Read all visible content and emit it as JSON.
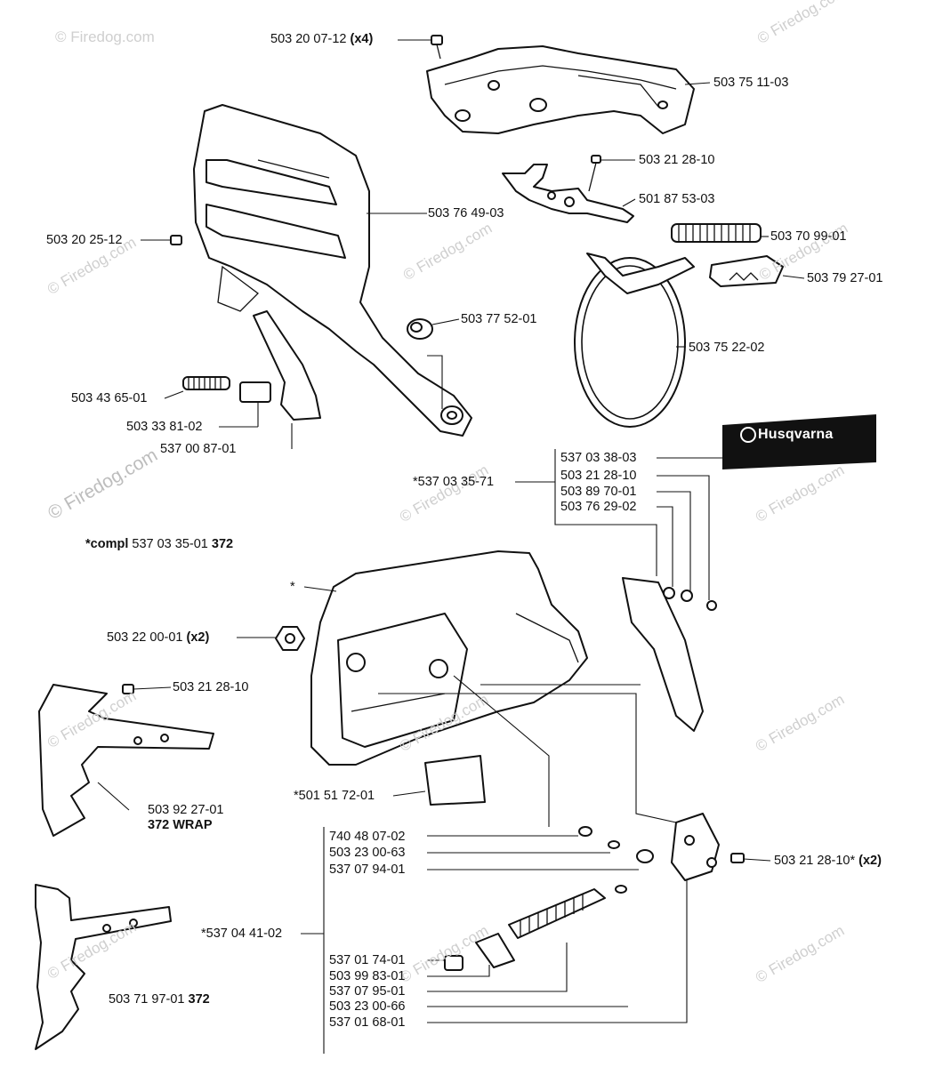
{
  "watermark": {
    "text": "© Firedog.com",
    "big_text": "© Firedog.com"
  },
  "brand": {
    "logo_text": "Husqvarna",
    "logo_icon": "husqvarna-crown-icon"
  },
  "parts": [
    {
      "id": "p1",
      "number": "503 20 07-12",
      "qty": "(x4)"
    },
    {
      "id": "p2",
      "number": "503 75 11-03",
      "qty": ""
    },
    {
      "id": "p3",
      "number": "503 21 28-10",
      "qty": ""
    },
    {
      "id": "p4",
      "number": "501 87 53-03",
      "qty": ""
    },
    {
      "id": "p5",
      "number": "503 76 49-03",
      "qty": ""
    },
    {
      "id": "p6",
      "number": "503 20 25-12",
      "qty": ""
    },
    {
      "id": "p7",
      "number": "503 70 99-01",
      "qty": ""
    },
    {
      "id": "p8",
      "number": "503 79 27-01",
      "qty": ""
    },
    {
      "id": "p9",
      "number": "503 77 52-01",
      "qty": ""
    },
    {
      "id": "p10",
      "number": "503 75 22-02",
      "qty": ""
    },
    {
      "id": "p11",
      "number": "503 43 65-01",
      "qty": ""
    },
    {
      "id": "p12",
      "number": "503 33 81-02",
      "qty": ""
    },
    {
      "id": "p13",
      "number": "537 00 87-01",
      "qty": ""
    },
    {
      "id": "p14",
      "number": "537 03 38-03",
      "qty": ""
    },
    {
      "id": "p15",
      "number": "*537 03 35-71",
      "qty": ""
    },
    {
      "id": "p16",
      "number": "503 21 28-10",
      "qty": ""
    },
    {
      "id": "p17",
      "number": "503 89 70-01",
      "qty": ""
    },
    {
      "id": "p18",
      "number": "503 76 29-02",
      "qty": ""
    },
    {
      "id": "p19",
      "number": "*",
      "qty": ""
    },
    {
      "id": "p20",
      "number": "503 22 00-01",
      "qty": "(x2)"
    },
    {
      "id": "p21",
      "number": "503 21 28-10",
      "qty": ""
    },
    {
      "id": "p22",
      "number": "503 92 27-01",
      "qty": ""
    },
    {
      "id": "p23",
      "number": "*501 51 72-01",
      "qty": ""
    },
    {
      "id": "p24",
      "number": "740 48 07-02",
      "qty": ""
    },
    {
      "id": "p25",
      "number": "503 23 00-63",
      "qty": ""
    },
    {
      "id": "p26",
      "number": "537 07 94-01",
      "qty": ""
    },
    {
      "id": "p27",
      "number": "503 21 28-10*",
      "qty": "(x2)"
    },
    {
      "id": "p28",
      "number": "*537 04 41-02",
      "qty": ""
    },
    {
      "id": "p29",
      "number": "537 01 74-01",
      "qty": ""
    },
    {
      "id": "p30",
      "number": "503 99 83-01",
      "qty": ""
    },
    {
      "id": "p31",
      "number": "537 07 95-01",
      "qty": ""
    },
    {
      "id": "p32",
      "number": "503 23 00-66",
      "qty": ""
    },
    {
      "id": "p33",
      "number": "537 01 68-01",
      "qty": ""
    },
    {
      "id": "p34",
      "number": "503 71 97-01",
      "qty": "",
      "model": "372"
    }
  ],
  "notes": {
    "compl_prefix": "*compl",
    "compl_number": "537 03 35-01",
    "compl_model": "372",
    "wrap_label": "372 WRAP"
  }
}
